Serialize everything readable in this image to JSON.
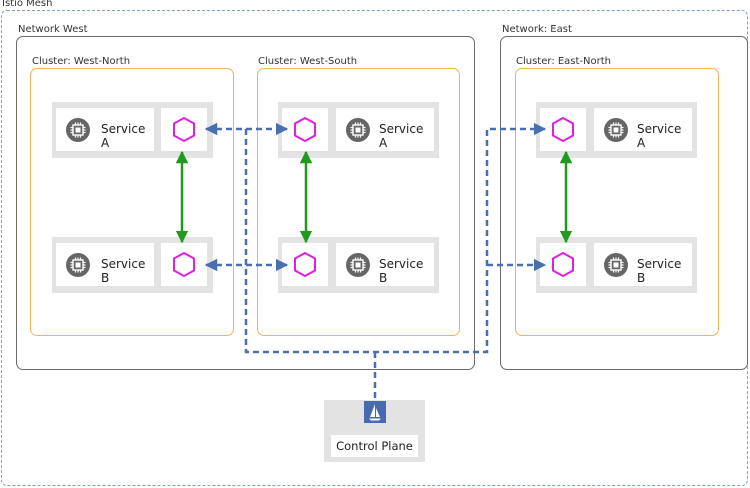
{
  "mesh": {
    "label": "Istio Mesh"
  },
  "networks": [
    {
      "label": "Network West"
    },
    {
      "label": "Network: East"
    }
  ],
  "clusters": [
    {
      "label": "Cluster: West-North"
    },
    {
      "label": "Cluster: West-South"
    },
    {
      "label": "Cluster: East-North"
    }
  ],
  "services": {
    "a": "Service A",
    "b": "Service B"
  },
  "control_plane": {
    "label": "Control Plane"
  },
  "colors": {
    "network_border": "#6b6b6b",
    "cluster_border": "#f2b25a",
    "proxy": "#e020e0",
    "local_link": "#1f9a1f",
    "mesh_link": "#4a6fb0",
    "istio_logo_bg": "#466bb0"
  },
  "icons": [
    "chip-icon",
    "proxy-hexagon-icon",
    "istio-sail-icon"
  ]
}
